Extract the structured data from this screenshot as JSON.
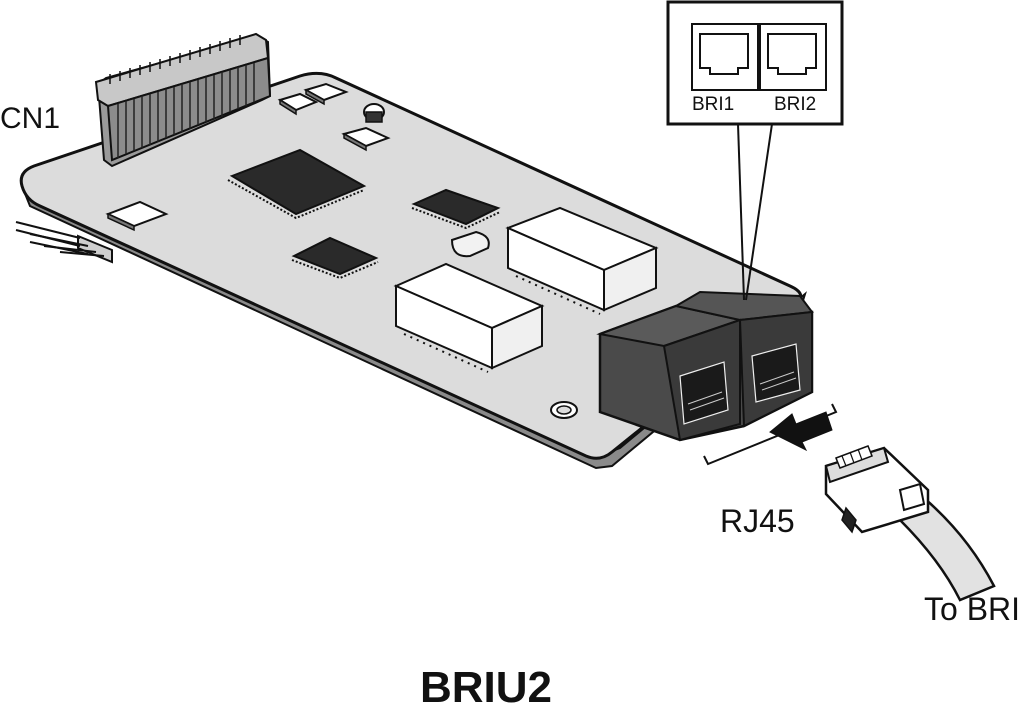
{
  "labels": {
    "connector": "CN1",
    "port_1": "BRI1",
    "port_2": "BRI2",
    "plug_type": "RJ45",
    "destination": "To BRI",
    "board_name": "BRIU2"
  }
}
